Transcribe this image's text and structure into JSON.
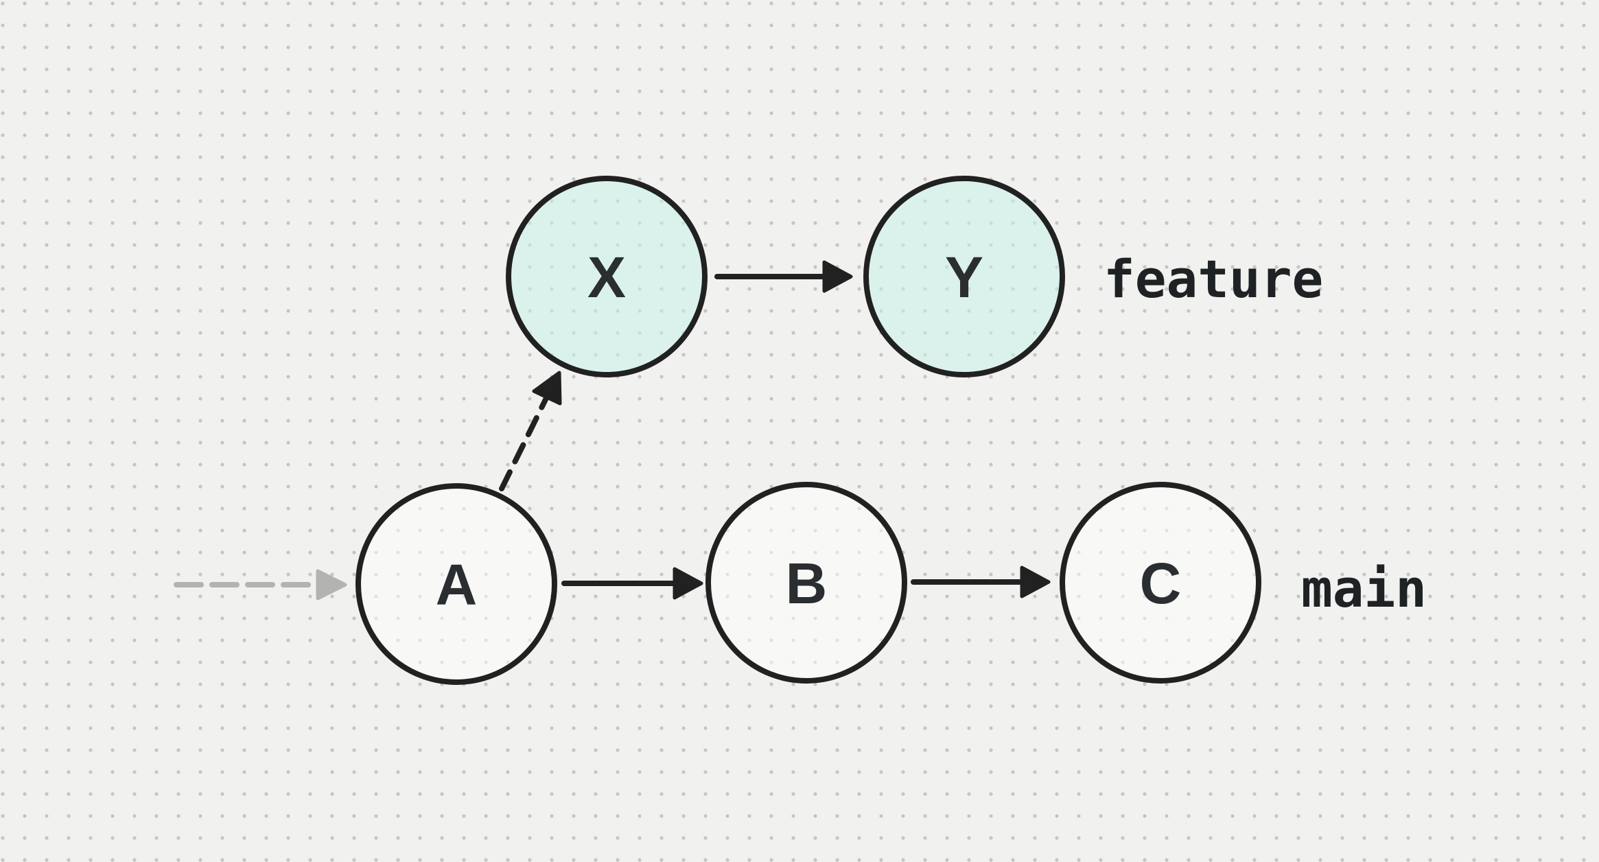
{
  "diagram": {
    "type": "git-commit-graph",
    "branches": {
      "feature": {
        "label": "feature",
        "commits": [
          "X",
          "Y"
        ],
        "fill": "#c7f3e8",
        "fill_effective": "#daf2ec"
      },
      "main": {
        "label": "main",
        "commits": [
          "A",
          "B",
          "C"
        ],
        "fill": "#ffffff",
        "fill_effective": "#f8f8f7"
      }
    },
    "nodes": {
      "a": {
        "label": "A",
        "branch": "main"
      },
      "b": {
        "label": "B",
        "branch": "main"
      },
      "c": {
        "label": "C",
        "branch": "main"
      },
      "x": {
        "label": "X",
        "branch": "feature"
      },
      "y": {
        "label": "Y",
        "branch": "feature"
      }
    },
    "edges": [
      {
        "from": "A",
        "to": "B",
        "style": "solid"
      },
      {
        "from": "B",
        "to": "C",
        "style": "solid"
      },
      {
        "from": "X",
        "to": "Y",
        "style": "solid"
      },
      {
        "from": "A",
        "to": "X",
        "style": "dashed"
      },
      {
        "from": "",
        "to": "A",
        "style": "dashed-muted"
      }
    ],
    "colors": {
      "background": "#f1f1ef",
      "grid_dot": "#c5c5c3",
      "stroke": "#212121",
      "node_label": "#2a2e31",
      "branch_label": "#1f2224",
      "muted_arrow": "#b3b3b2"
    }
  }
}
